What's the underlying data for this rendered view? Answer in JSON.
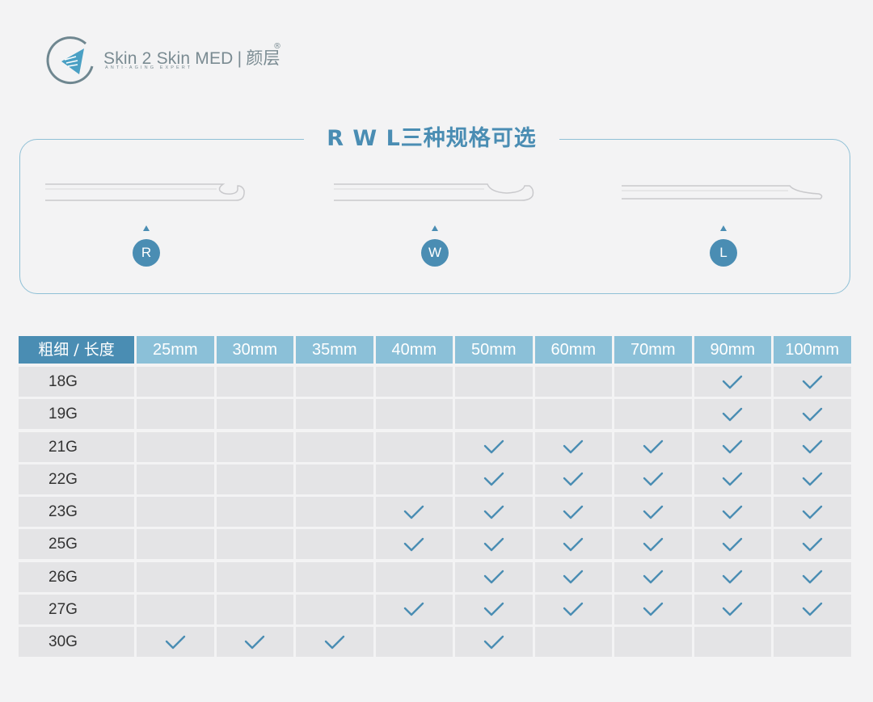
{
  "brand": {
    "name": "Skin 2 Skin MED",
    "separator": "|",
    "cn_name": "颜层",
    "registered": "®",
    "tagline": "ANTI-AGING EXPERT"
  },
  "spec": {
    "title": "R W L三种规格可选",
    "types": [
      "R",
      "W",
      "L"
    ]
  },
  "table": {
    "header_corner": "粗细 / 长度",
    "columns": [
      "25mm",
      "30mm",
      "35mm",
      "40mm",
      "50mm",
      "60mm",
      "70mm",
      "90mm",
      "100mm"
    ],
    "rows": [
      {
        "gauge": "18G",
        "available": [
          false,
          false,
          false,
          false,
          false,
          false,
          false,
          true,
          true
        ]
      },
      {
        "gauge": "19G",
        "available": [
          false,
          false,
          false,
          false,
          false,
          false,
          false,
          true,
          true
        ]
      },
      {
        "gauge": "21G",
        "available": [
          false,
          false,
          false,
          false,
          true,
          true,
          true,
          true,
          true
        ]
      },
      {
        "gauge": "22G",
        "available": [
          false,
          false,
          false,
          false,
          true,
          true,
          true,
          true,
          true
        ]
      },
      {
        "gauge": "23G",
        "available": [
          false,
          false,
          false,
          true,
          true,
          true,
          true,
          true,
          true
        ]
      },
      {
        "gauge": "25G",
        "available": [
          false,
          false,
          false,
          true,
          true,
          true,
          true,
          true,
          true
        ]
      },
      {
        "gauge": "26G",
        "available": [
          false,
          false,
          false,
          false,
          true,
          true,
          true,
          true,
          true
        ]
      },
      {
        "gauge": "27G",
        "available": [
          false,
          false,
          false,
          true,
          true,
          true,
          true,
          true,
          true
        ]
      },
      {
        "gauge": "30G",
        "available": [
          true,
          true,
          true,
          false,
          true,
          false,
          false,
          false,
          false
        ]
      }
    ]
  },
  "colors": {
    "accent": "#4a8db3",
    "header": "#8bc0d8",
    "cell": "#e4e4e6",
    "check": "#4a8db3",
    "background": "#f3f3f4"
  }
}
